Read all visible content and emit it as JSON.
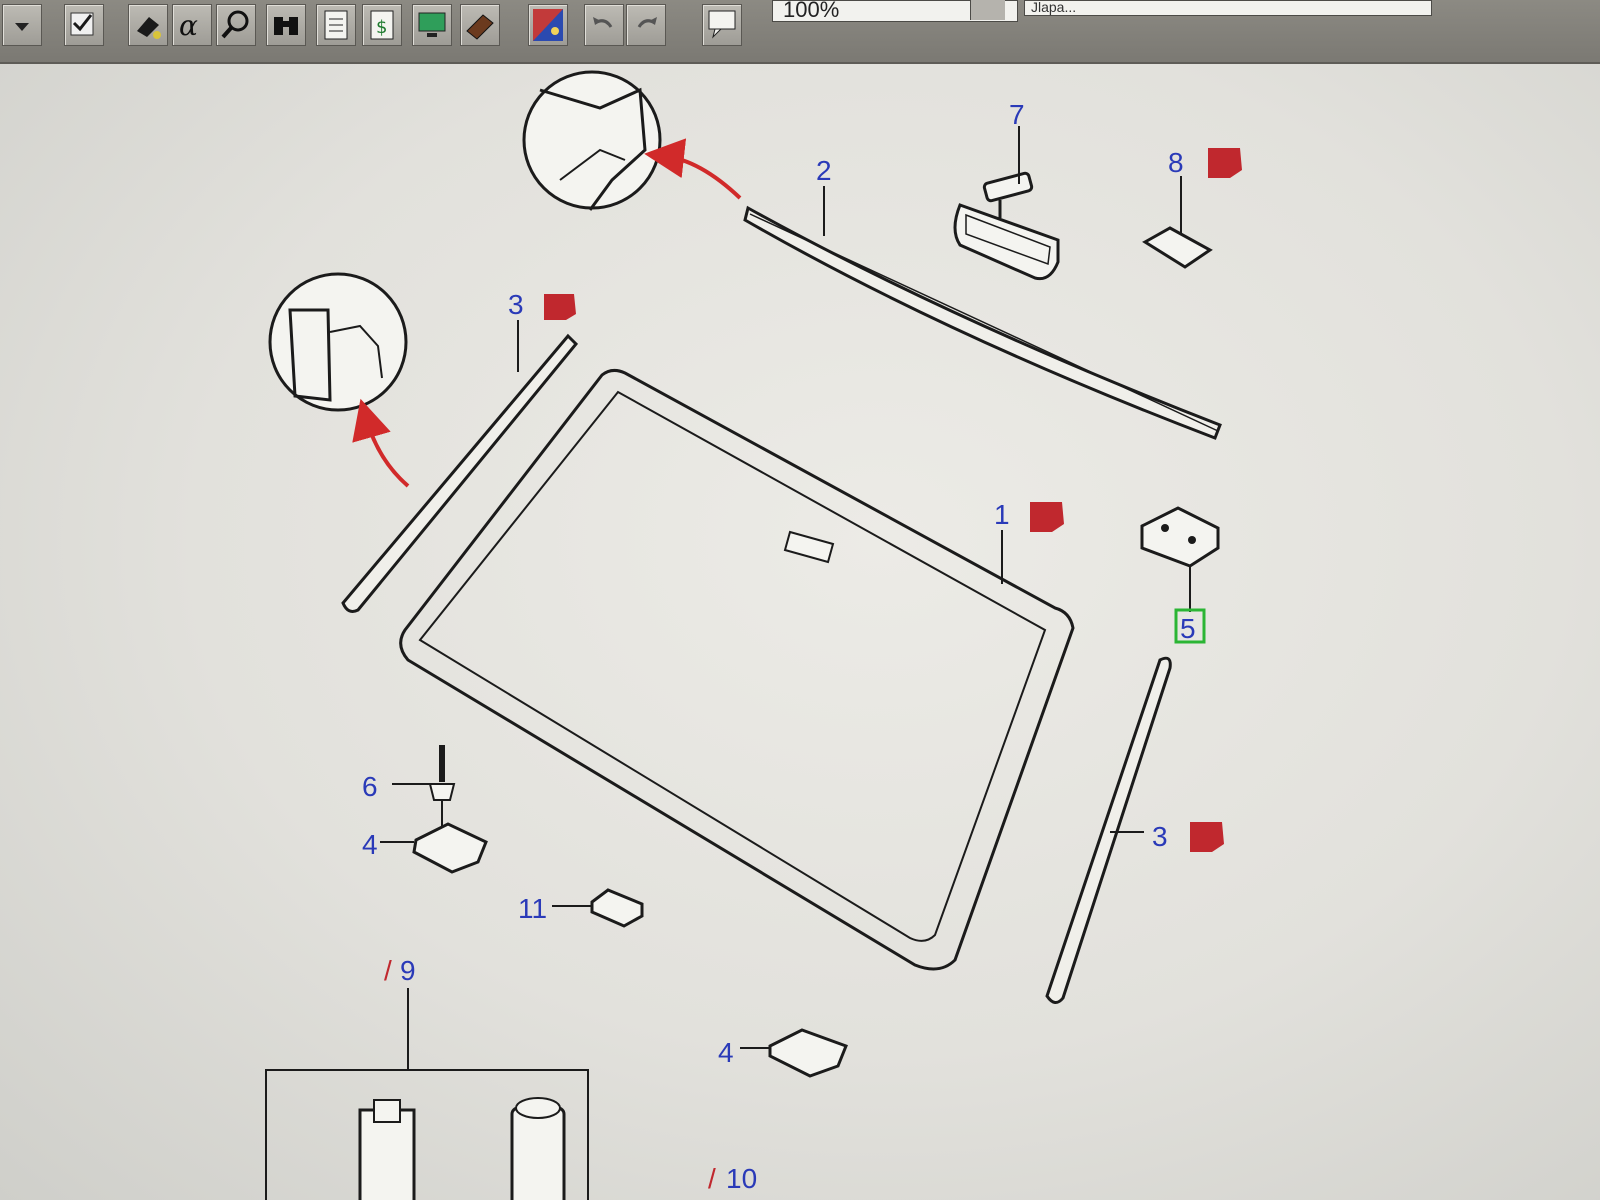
{
  "toolbar": {
    "zoom_value": "100%",
    "search_value": "Jlapa...",
    "buttons": [
      {
        "name": "dropdown-icon"
      },
      {
        "name": "checkmark-hand-icon"
      },
      {
        "name": "paint-bucket-icon"
      },
      {
        "name": "alpha-icon"
      },
      {
        "name": "magnifier-icon"
      },
      {
        "name": "binoculars-icon"
      },
      {
        "name": "document-list-icon"
      },
      {
        "name": "price-document-icon"
      },
      {
        "name": "monitor-icon"
      },
      {
        "name": "book-icon"
      },
      {
        "name": "flag-icon"
      },
      {
        "name": "undo-icon"
      },
      {
        "name": "redo-icon"
      },
      {
        "name": "comment-icon"
      }
    ]
  },
  "diagram": {
    "callouts": {
      "c1": "1",
      "c2": "2",
      "c3a": "3",
      "c3b": "3",
      "c4a": "4",
      "c4b": "4",
      "c5": "5",
      "c6": "6",
      "c7": "7",
      "c8": "8",
      "c9": "9",
      "c10": "10",
      "c11": "11"
    },
    "colors": {
      "callout": "#2a3ab8",
      "marker": "#c0282e",
      "selected_box": "#2bb534",
      "line": "#1b1b1b"
    }
  }
}
